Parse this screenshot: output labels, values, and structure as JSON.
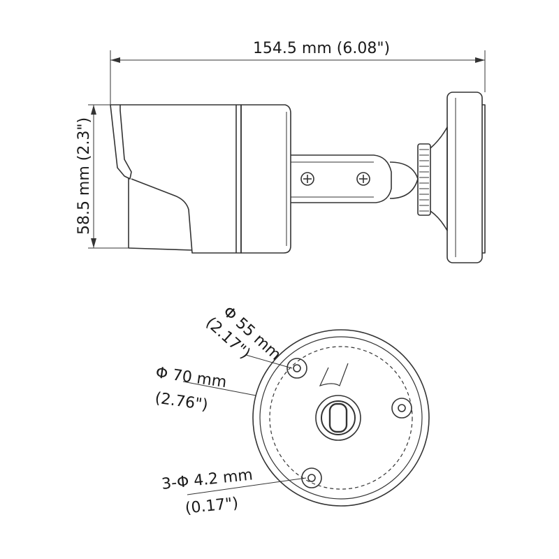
{
  "side_view": {
    "width_label": "154.5 mm (6.08\")",
    "height_label": "58.5 mm (2.3\")"
  },
  "base_view": {
    "outer_diameter_label": "Φ 70 mm",
    "outer_diameter_inch": "(2.76\")",
    "inner_diameter_label": "Φ 55 mm",
    "inner_diameter_inch": "(2.17\")",
    "hole_label": "3-Φ 4.2 mm",
    "hole_inch": "(0.17\")"
  },
  "colors": {
    "line": "#333333",
    "text": "#1a1a1a",
    "background": "#ffffff"
  }
}
